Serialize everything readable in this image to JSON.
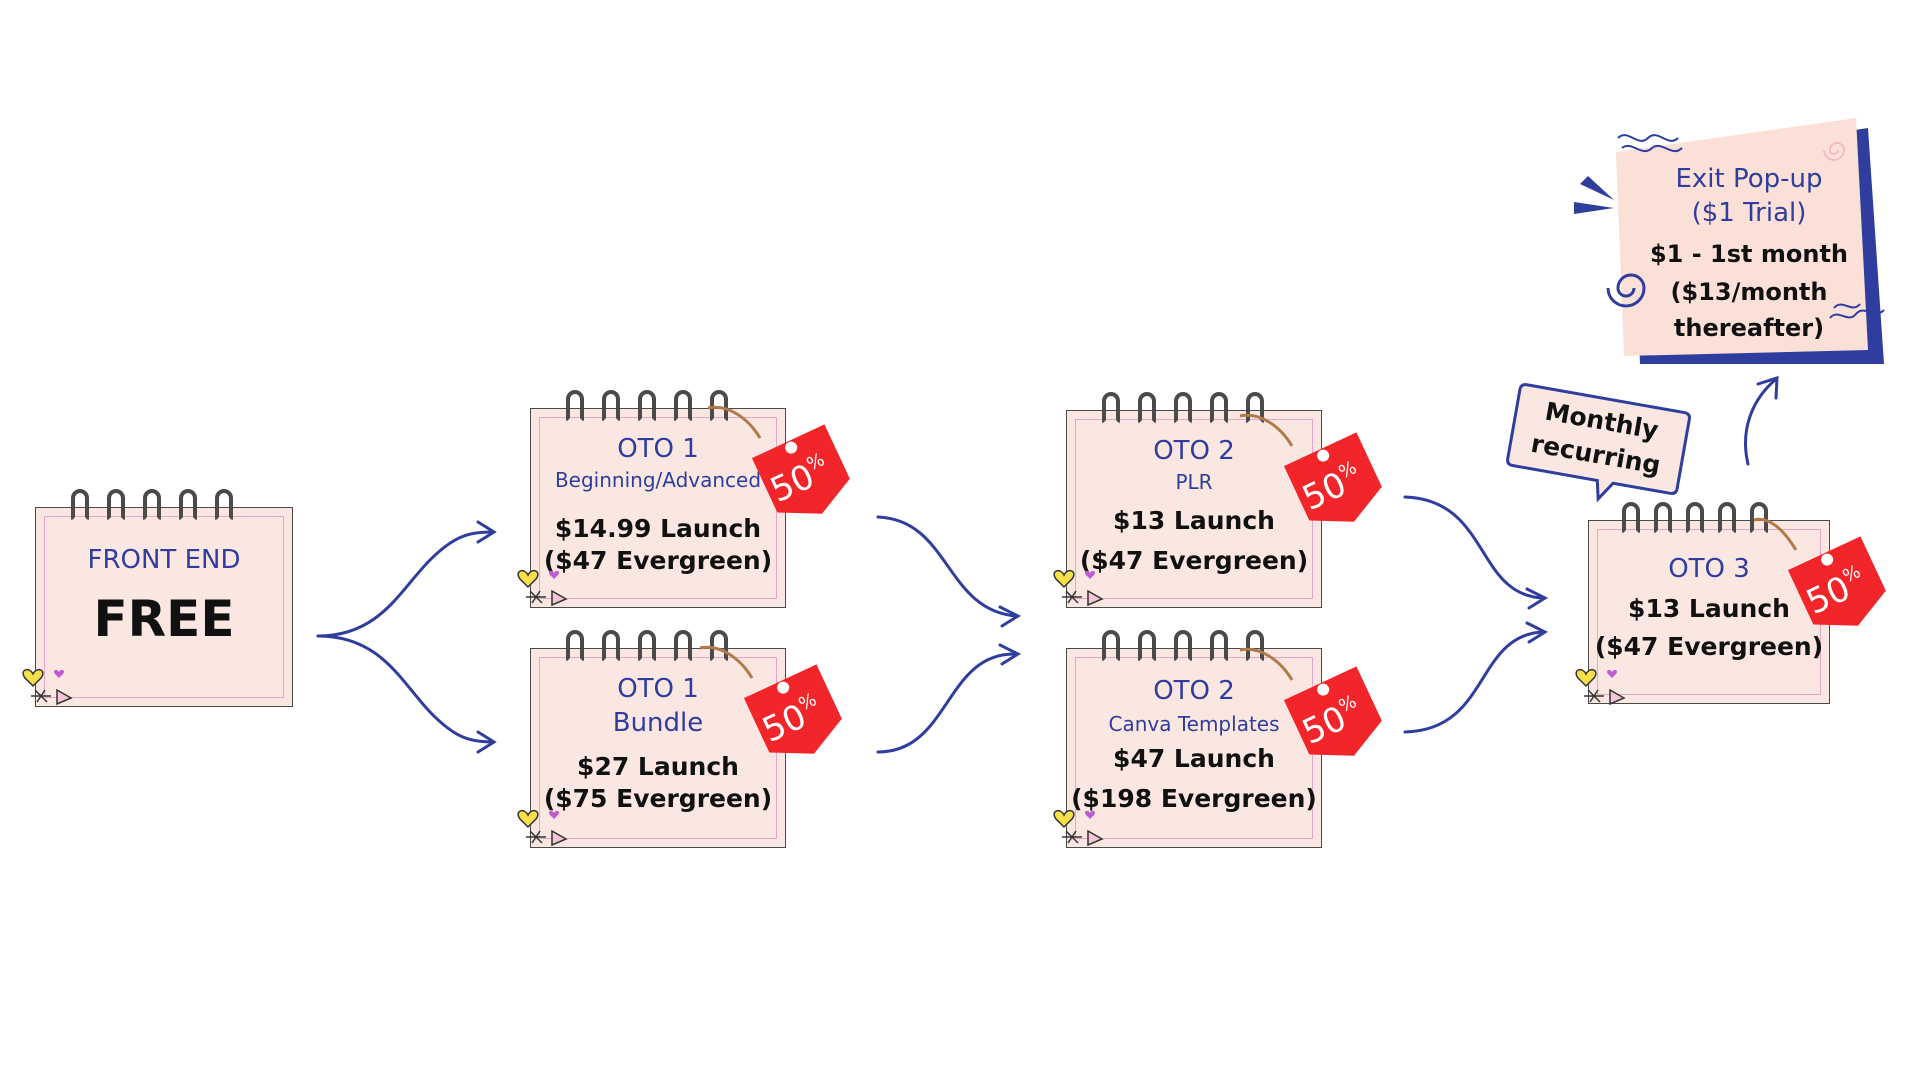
{
  "front_end": {
    "title": "FRONT END",
    "price": "FREE"
  },
  "oto1_a": {
    "title": "OTO 1",
    "subtitle": "Beginning/Advanced",
    "price1": "$14.99 Launch",
    "price2": "($47 Evergreen)",
    "badge": "50",
    "badge_unit": "%"
  },
  "oto1_b": {
    "title": "OTO 1",
    "subtitle": "Bundle",
    "price1": "$27 Launch",
    "price2": "($75 Evergreen)",
    "badge": "50",
    "badge_unit": "%"
  },
  "oto2_a": {
    "title": "OTO 2",
    "subtitle": "PLR",
    "price1": "$13 Launch",
    "price2": "($47 Evergreen)",
    "badge": "50",
    "badge_unit": "%"
  },
  "oto2_b": {
    "title": "OTO 2",
    "subtitle": "Canva Templates",
    "price1": "$47 Launch",
    "price2": "($198 Evergreen)",
    "badge": "50",
    "badge_unit": "%"
  },
  "oto3": {
    "title": "OTO 3",
    "price1": "$13 Launch",
    "price2": "($47 Evergreen)",
    "badge": "50",
    "badge_unit": "%"
  },
  "monthly": {
    "line1": "Monthly",
    "line2": "recurring"
  },
  "exit_popup": {
    "title": "Exit Pop-up",
    "subtitle": "($1 Trial)",
    "line1": "$1 - 1st month",
    "line2": "($13/month",
    "line3": "thereafter)"
  },
  "colors": {
    "accent_blue": "#2f3d9e",
    "badge_red": "#f2262a",
    "paper": "#fbe7e1"
  }
}
